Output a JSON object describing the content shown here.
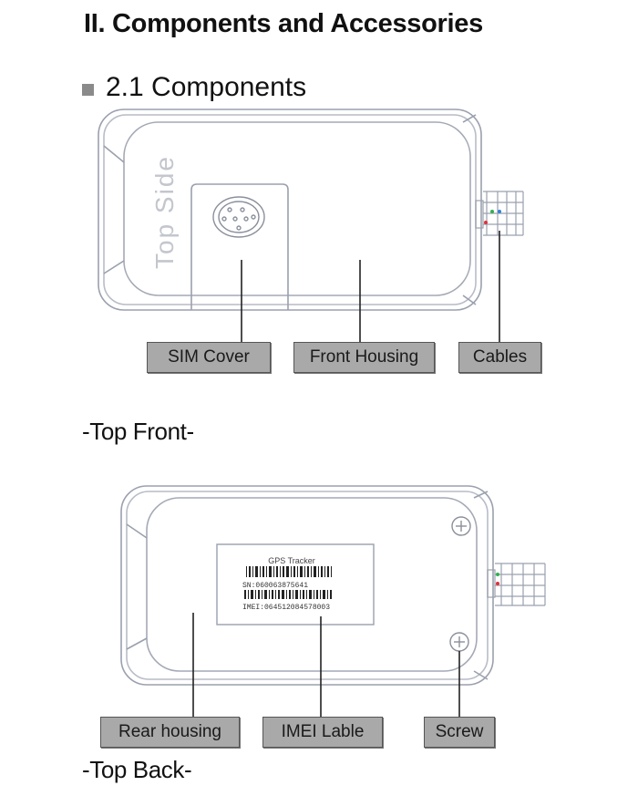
{
  "heading": "II. Components and Accessories",
  "subheading": "2.1 Components",
  "front": {
    "caption": "-Top Front-",
    "side_text": "Top Side",
    "labels": {
      "sim_cover": "SIM  Cover",
      "front_housing": "Front Housing",
      "cables": "Cables"
    }
  },
  "back": {
    "caption": "-Top Back-",
    "imei_label": {
      "title": "GPS Tracker",
      "sn": "SN:060063875641",
      "imei": "IMEI:064512084578003"
    },
    "labels": {
      "rear_housing": "Rear housing",
      "imei_lable": "IMEI Lable",
      "screw": "Screw"
    }
  }
}
